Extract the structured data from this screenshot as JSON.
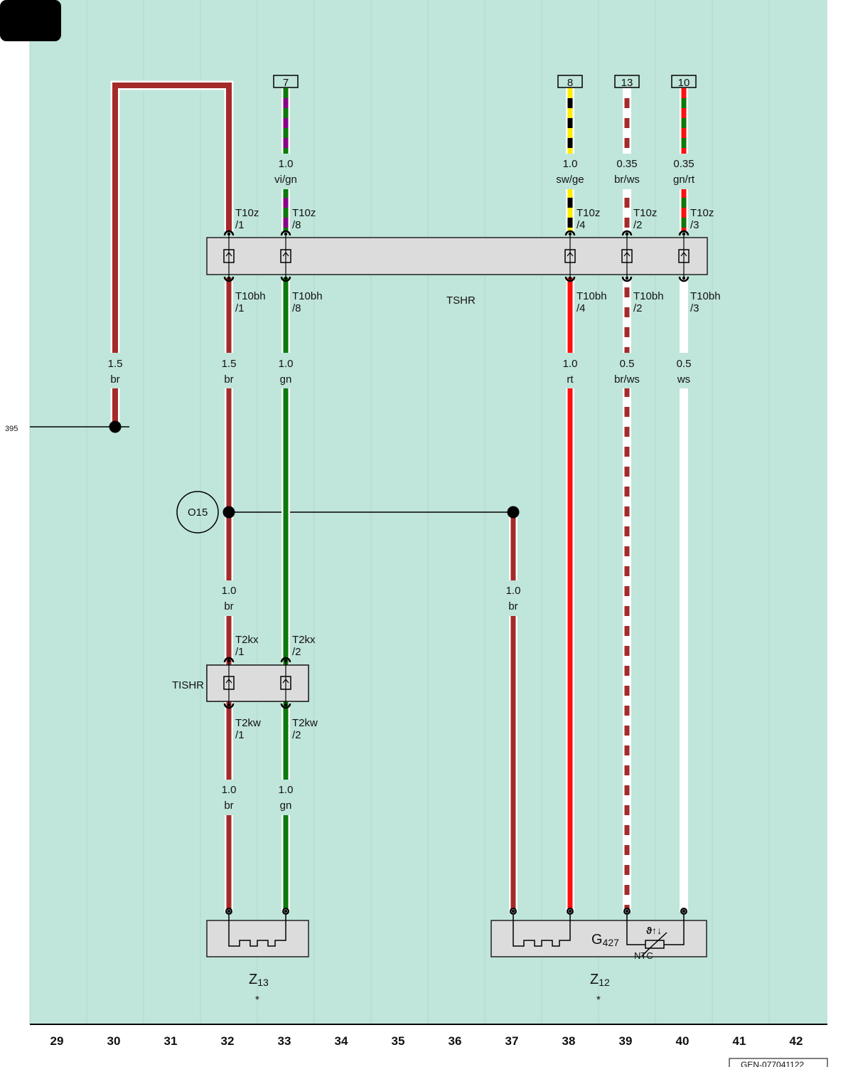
{
  "page": {
    "corner_tab": "",
    "ref_395": "395",
    "doc_code": "GEN-077041122"
  },
  "colors": {
    "background": "#c0e5da",
    "br": "#a52a2a",
    "gn": "#0a7a0a",
    "rt": "#ff1010",
    "ws": "#ffffff",
    "vi": "#8b008b",
    "sw": "#000000",
    "ge": "#ffee00",
    "box": "#dcdcdc"
  },
  "column_numbers": [
    "29",
    "30",
    "31",
    "32",
    "33",
    "34",
    "35",
    "36",
    "37",
    "38",
    "39",
    "40",
    "41",
    "42"
  ],
  "top_refs": [
    {
      "num": "7"
    },
    {
      "num": "8"
    },
    {
      "num": "13"
    },
    {
      "num": "10"
    }
  ],
  "wires": {
    "w30": {
      "size": "1.5",
      "color": "br"
    },
    "w32_top": {
      "size": "1.5",
      "color": "br"
    },
    "w33_top": {
      "size": "1.0",
      "color": "vi/gn"
    },
    "w33_mid": {
      "size": "1.0",
      "color": "gn"
    },
    "w38_top": {
      "size": "1.0",
      "color": "sw/ge"
    },
    "w38_mid": {
      "size": "1.0",
      "color": "rt"
    },
    "w39_top": {
      "size": "0.35",
      "color": "br/ws"
    },
    "w39_mid": {
      "size": "0.5",
      "color": "br/ws"
    },
    "w40_top": {
      "size": "0.35",
      "color": "gn/rt"
    },
    "w40_mid": {
      "size": "0.5",
      "color": "ws"
    },
    "w32_low": {
      "size": "1.0",
      "color": "br"
    },
    "w37_low": {
      "size": "1.0",
      "color": "br"
    },
    "w32_bot": {
      "size": "1.0",
      "color": "br"
    },
    "w33_bot": {
      "size": "1.0",
      "color": "gn"
    }
  },
  "connectors": {
    "tshr_label": "TSHR",
    "tishr_label": "TISHR",
    "t10z": {
      "name": "T10z",
      "pins": [
        "/1",
        "/8",
        "/4",
        "/2",
        "/3"
      ]
    },
    "t10bh": {
      "name": "T10bh",
      "pins": [
        "/1",
        "/8",
        "/4",
        "/2",
        "/3"
      ]
    },
    "t2kx": {
      "name": "T2kx",
      "pins": [
        "/1",
        "/2"
      ]
    },
    "t2kw": {
      "name": "T2kw",
      "pins": [
        "/1",
        "/2"
      ]
    }
  },
  "splice": {
    "label": "O15"
  },
  "components": {
    "z13": {
      "main": "Z",
      "sub": "13",
      "note": "*"
    },
    "z12": {
      "main": "Z",
      "sub": "12",
      "note": "*"
    },
    "g427": {
      "main": "G",
      "sub": "427",
      "ntc": "NTC",
      "symbols": "ϑ↑↓"
    }
  }
}
